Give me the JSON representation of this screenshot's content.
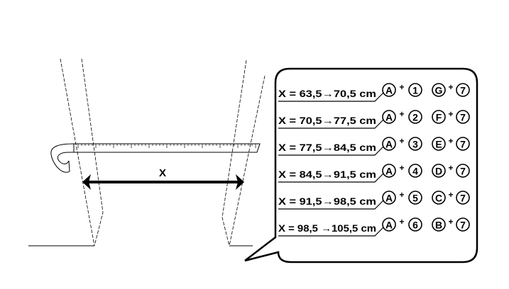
{
  "diagram": {
    "measure_label": "X",
    "rows": [
      {
        "range": "X  =  63,5→70,5 cm",
        "a": "A",
        "n": "1",
        "l": "G",
        "m": "7"
      },
      {
        "range": "X  =  70,5→77,5 cm",
        "a": "A",
        "n": "2",
        "l": "F",
        "m": "7"
      },
      {
        "range": "X  =  77,5→84,5 cm",
        "a": "A",
        "n": "3",
        "l": "E",
        "m": "7"
      },
      {
        "range": "X  =  84,5→91,5 cm",
        "a": "A",
        "n": "4",
        "l": "D",
        "m": "7"
      },
      {
        "range": "X  =  91,5→98,5 cm",
        "a": "A",
        "n": "5",
        "l": "C",
        "m": "7"
      },
      {
        "range": "X  = 98,5 →105,5 cm",
        "a": "A",
        "n": "6",
        "l": "B",
        "m": "7"
      }
    ],
    "plus": "+"
  }
}
